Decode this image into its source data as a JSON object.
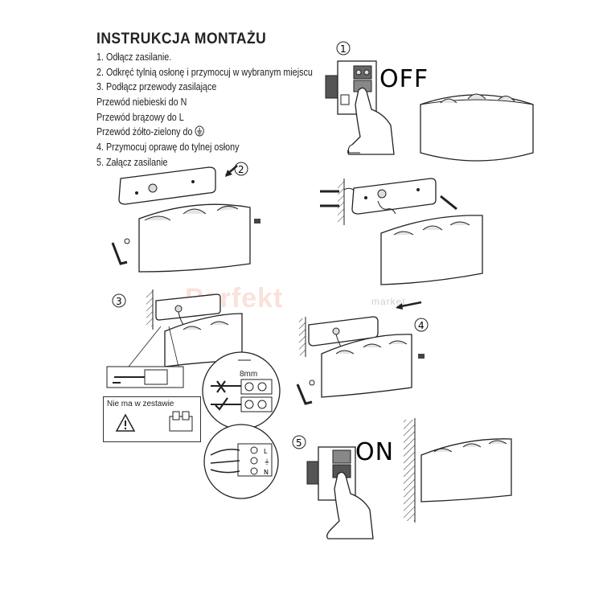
{
  "header": {
    "title": "INSTRUKCJA MONTAŻU"
  },
  "steps": [
    "1. Odłącz zasilanie.",
    "2. Odkręć tylnią osłonę i przymocuj w wybranym miejscu",
    "3. Podłącz przewody zasilające",
    "Przewód niebieski do N",
    "Przewód brązowy do L",
    "Przewód żółto-zielony do",
    "4. Przymocuj oprawę do tylnej osłony",
    "5. Załącz zasilanie"
  ],
  "diagram": {
    "off_label": "OFF",
    "on_label": "ON",
    "step_numbers": [
      "1",
      "2",
      "3",
      "4",
      "5"
    ],
    "note_text": "Nie ma w zestawie",
    "strip_length": "8mm",
    "terminal_labels": [
      "L",
      "⏚",
      "N"
    ],
    "watermark": "Perfekt",
    "watermark_sub": "market"
  }
}
